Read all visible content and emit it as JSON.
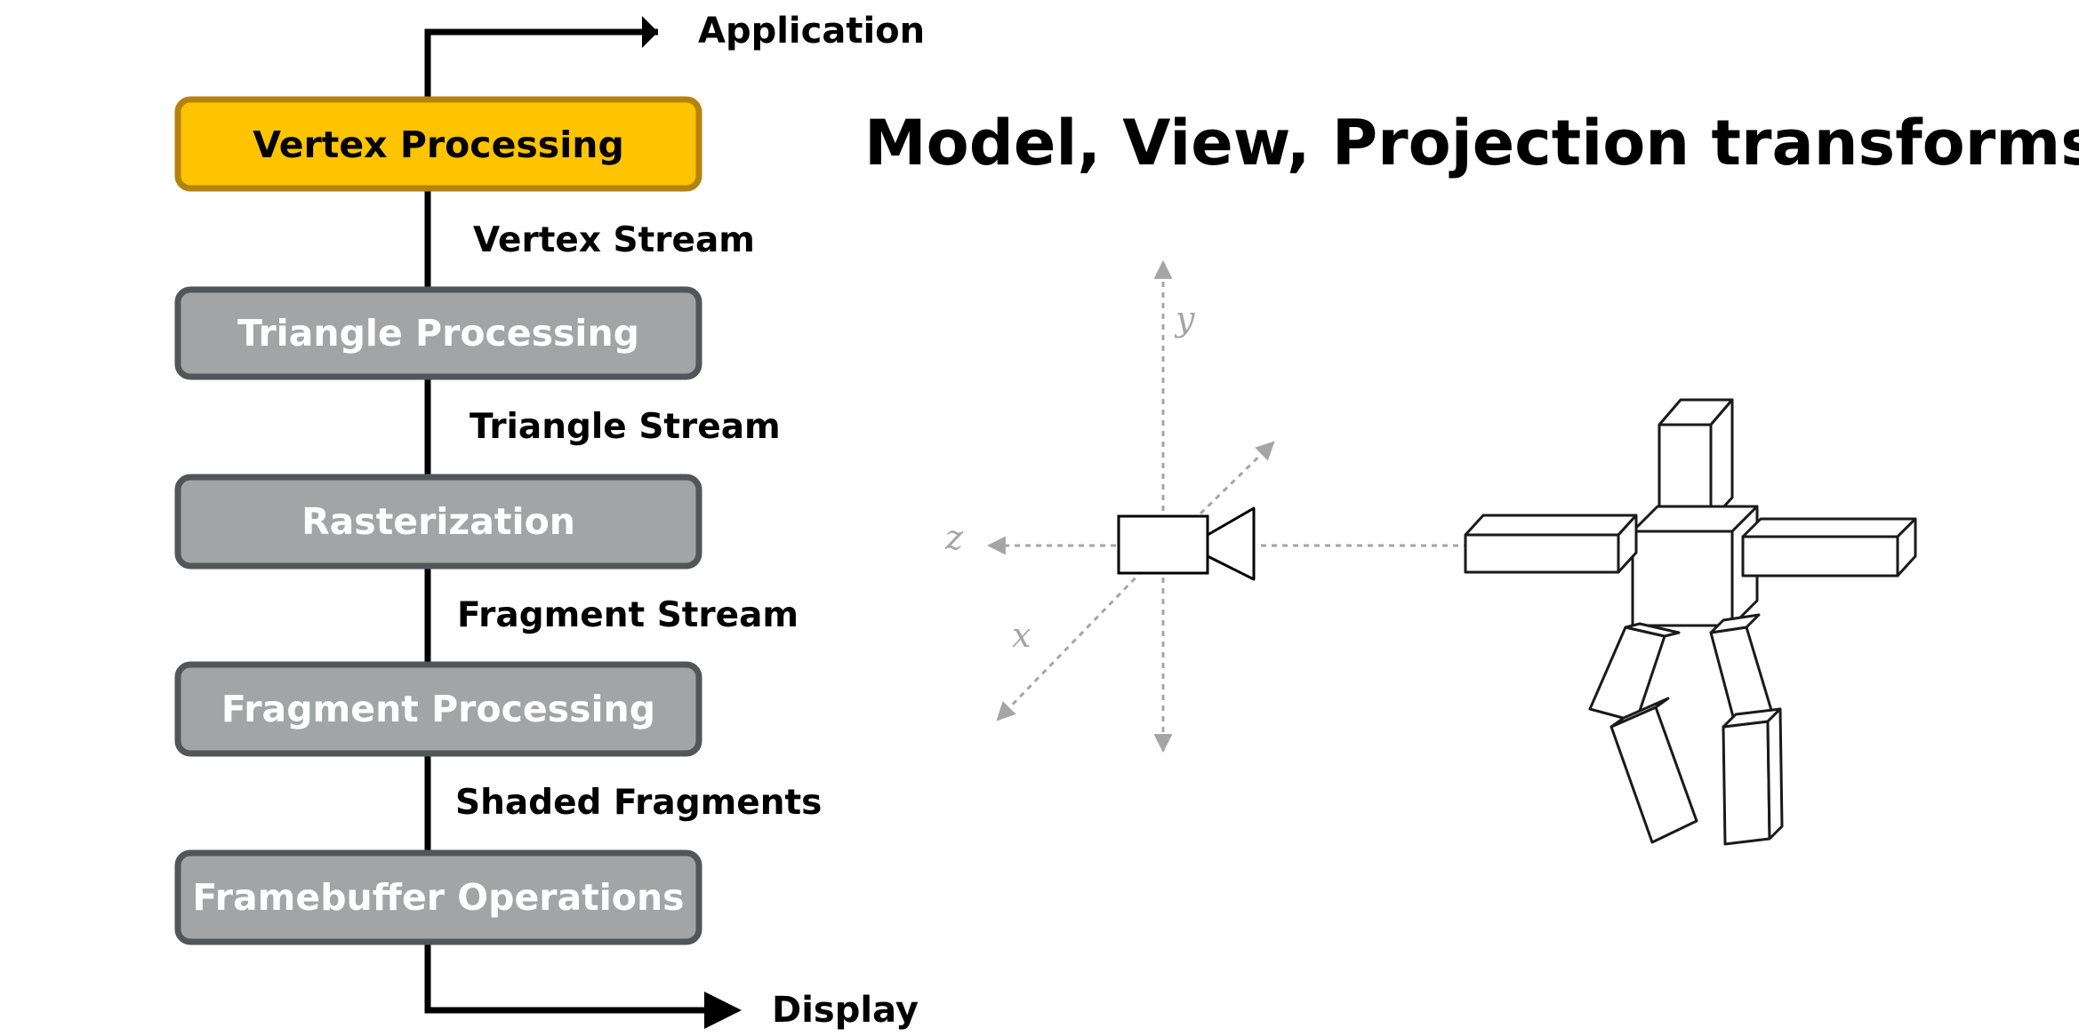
{
  "colors": {
    "active_fill": "#ffc400",
    "active_stroke": "#b5820e",
    "stage_fill": "#a2a4a5",
    "stage_stroke": "#535659",
    "active_text": "#000000",
    "stage_text": "#ffffff",
    "axis": "#a5a5a5"
  },
  "pipeline": {
    "input_label": "Application",
    "output_label": "Display",
    "stages": [
      {
        "label": "Vertex Processing",
        "active": true
      },
      {
        "label": "Triangle Processing",
        "active": false
      },
      {
        "label": "Rasterization",
        "active": false
      },
      {
        "label": "Fragment Processing",
        "active": false
      },
      {
        "label": "Framebuffer Operations",
        "active": false
      }
    ],
    "streams": [
      "Vertex Stream",
      "Triangle Stream",
      "Fragment Stream",
      "Shaded Fragments"
    ]
  },
  "title": "Model, View, Projection transforms",
  "axes": {
    "x": "x",
    "y": "y",
    "z": "z"
  },
  "icons": {
    "camera": "video-camera-icon",
    "figure": "box-figure-icon"
  }
}
